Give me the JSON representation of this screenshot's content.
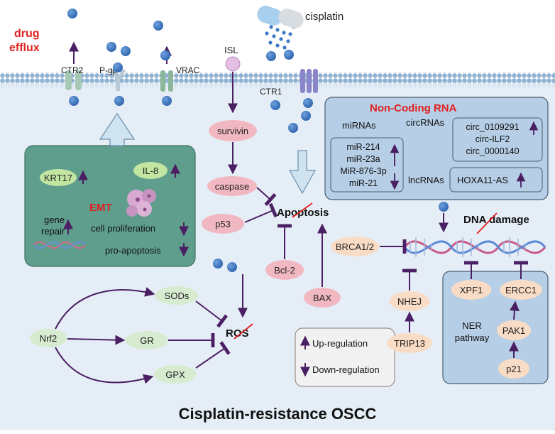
{
  "title": "Cisplatin-resistance OSCC",
  "membrane": {
    "drug_efflux": [
      "drug",
      "efflux"
    ],
    "ctr2": "CTR2",
    "pgp": "P-gp",
    "vrac": "VRAC",
    "ctr1": "CTR1",
    "isl": "ISL",
    "cisplatin": "cisplatin"
  },
  "emt": {
    "title": "EMT",
    "krt17": "KRT17",
    "il8": "IL-8",
    "gene_repair": [
      "gene",
      "repair"
    ],
    "cell_proliferation": "cell proliferation",
    "pro_apoptosis": "pro-apoptosis"
  },
  "apoptosis": {
    "label": "Apoptosis",
    "survivin": "survivin",
    "caspase": "caspase",
    "p53": "p53",
    "bcl2": "Bcl-2",
    "bax": "BAX"
  },
  "ros": {
    "label": "ROS",
    "nrf2": "Nrf2",
    "sods": "SODs",
    "gr": "GR",
    "gpx": "GPX"
  },
  "ncrna": {
    "title": "Non-Coding RNA",
    "mirnas_label": "miRNAs",
    "mirnas": [
      "miR-214",
      "miR-23a",
      "MiR-876-3p",
      "miR-21"
    ],
    "circrnas_label": "circRNAs",
    "circrnas": [
      "circ_0109291",
      "circ-ILF2",
      "circ_0000140"
    ],
    "lncrnas_label": "lncRNAs",
    "lncrna": "HOXA11-AS"
  },
  "dna": {
    "label": "DNA damage",
    "brca": "BRCA1/2",
    "nhej": "NHEJ",
    "trip13": "TRIP13",
    "xpf1": "XPF1",
    "ercc1": "ERCC1",
    "pak1": "PAK1",
    "p21": "p21",
    "ner": [
      "NER",
      "pathway"
    ]
  },
  "legend": {
    "up": "Up-regulation",
    "down": "Down-regulation"
  },
  "colors": {
    "cell": "#e5eef6",
    "membrane_head": "#8fb1d2",
    "drug_dot": "#3f78c4",
    "arrow": "#4a1f63",
    "emt_fill": "#5f9e8c",
    "pink_node": "#f2b8c2",
    "green_node": "#d6ebcf",
    "peach_node": "#f9dcc5",
    "panel_blue": "#b6cee6",
    "red_label": "#e02020"
  }
}
